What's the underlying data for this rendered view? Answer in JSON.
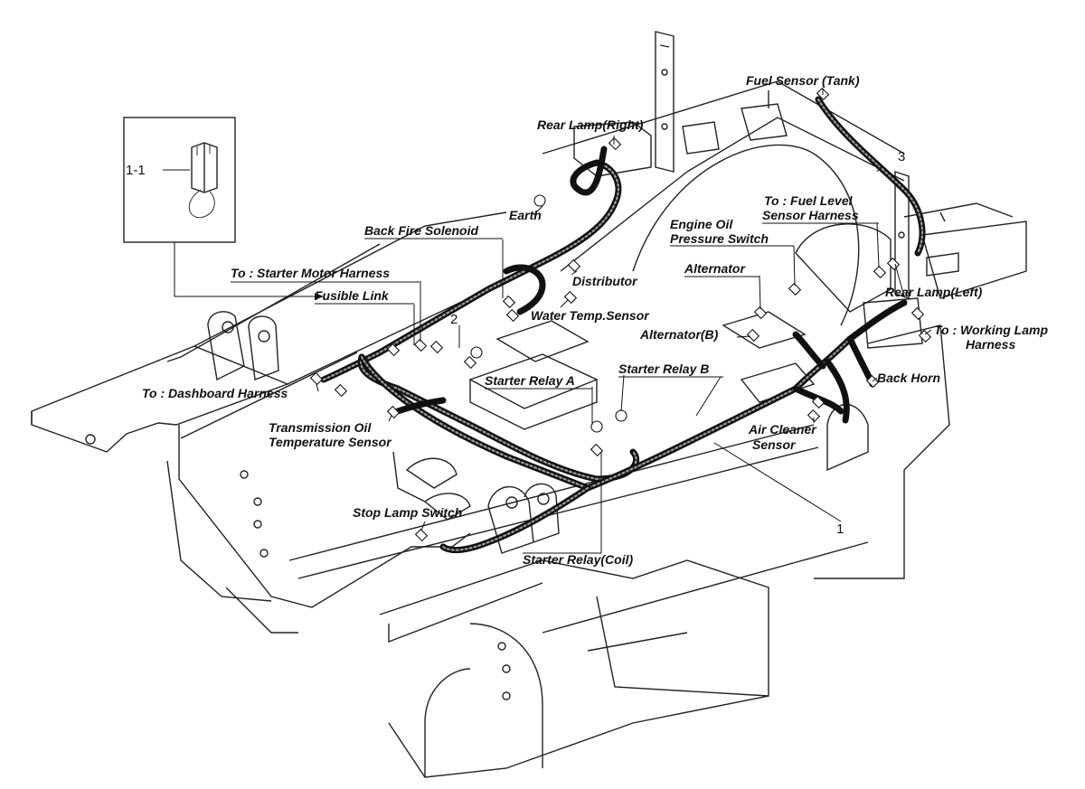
{
  "labels": {
    "fuel_sensor_tank": "Fuel Sensor (Tank)",
    "rear_lamp_right": "Rear Lamp(Right)",
    "earth": "Earth",
    "back_fire_solenoid": "Back Fire Solenoid",
    "to_starter_motor_harness": "To : Starter Motor Harness",
    "fusible_link": "Fusible Link",
    "distributor": "Distributor",
    "water_temp_sensor": "Water Temp.Sensor",
    "to_dashboard_harness": "To : Dashboard Harness",
    "transmission_oil_1": "Transmission Oil",
    "transmission_oil_2": "Temperature Sensor",
    "starter_relay_a": "Starter Relay A",
    "starter_relay_b": "Starter Relay B",
    "stop_lamp_switch": "Stop Lamp Switch",
    "starter_relay_coil": "Starter Relay(Coil)",
    "to_fuel_level_1": "To : Fuel Level",
    "to_fuel_level_2": "Sensor Harness",
    "engine_oil_1": "Engine Oil",
    "engine_oil_2": "Pressure Switch",
    "alternator": "Alternator",
    "alternator_b": "Alternator(B)",
    "rear_lamp_left": "Rear Lamp(Left)",
    "to_working_lamp_1": "To : Working Lamp",
    "to_working_lamp_2": "Harness",
    "back_horn": "Back Horn",
    "air_cleaner_1": "Air Cleaner",
    "air_cleaner_2": "Sensor"
  },
  "callouts": {
    "part_1_1": "1-1",
    "part_1": "1",
    "part_2": "2",
    "part_3": "3"
  }
}
